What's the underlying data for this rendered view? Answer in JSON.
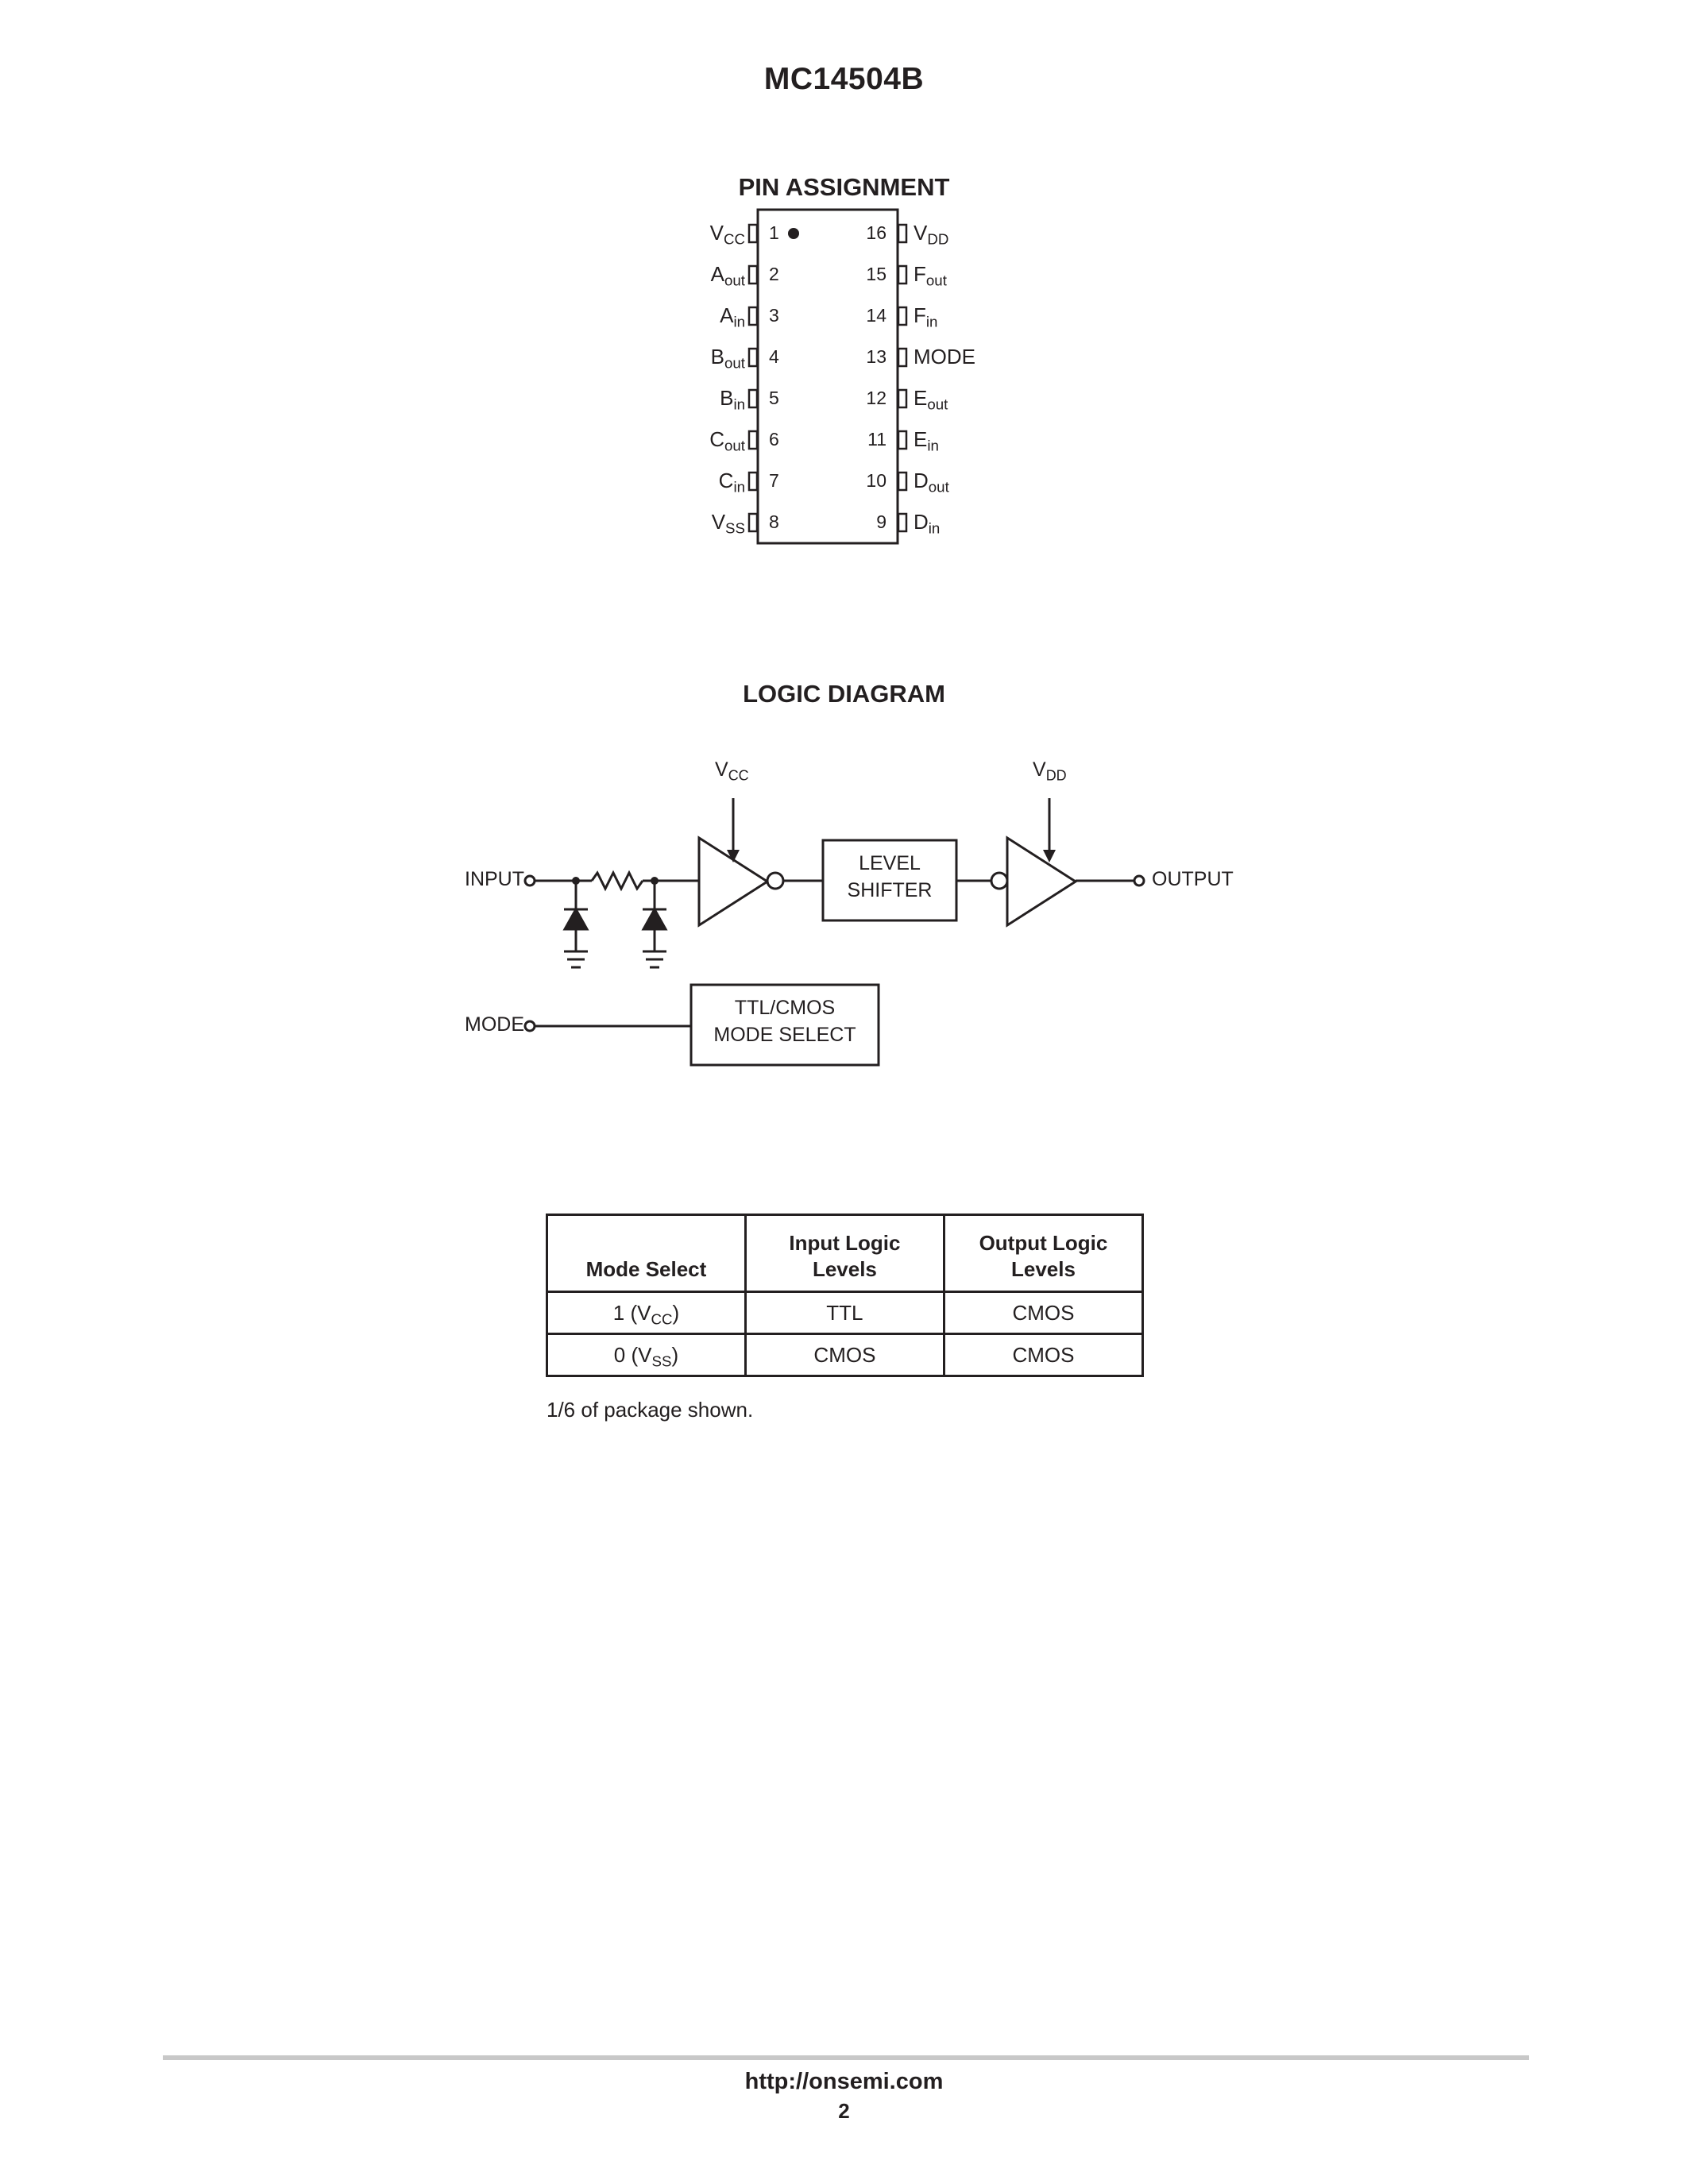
{
  "header": {
    "part_number": "MC14504B"
  },
  "pin_assignment": {
    "title": "PIN ASSIGNMENT",
    "left_pins": [
      {
        "num": "1",
        "name": "V",
        "sub": "CC"
      },
      {
        "num": "2",
        "name": "A",
        "sub": "out"
      },
      {
        "num": "3",
        "name": "A",
        "sub": "in"
      },
      {
        "num": "4",
        "name": "B",
        "sub": "out"
      },
      {
        "num": "5",
        "name": "B",
        "sub": "in"
      },
      {
        "num": "6",
        "name": "C",
        "sub": "out"
      },
      {
        "num": "7",
        "name": "C",
        "sub": "in"
      },
      {
        "num": "8",
        "name": "V",
        "sub": "SS"
      }
    ],
    "right_pins": [
      {
        "num": "16",
        "name": "V",
        "sub": "DD"
      },
      {
        "num": "15",
        "name": "F",
        "sub": "out"
      },
      {
        "num": "14",
        "name": "F",
        "sub": "in"
      },
      {
        "num": "13",
        "name": "MODE",
        "sub": ""
      },
      {
        "num": "12",
        "name": "E",
        "sub": "out"
      },
      {
        "num": "11",
        "name": "E",
        "sub": "in"
      },
      {
        "num": "10",
        "name": "D",
        "sub": "out"
      },
      {
        "num": "9",
        "name": "D",
        "sub": "in"
      }
    ]
  },
  "logic_diagram": {
    "title": "LOGIC DIAGRAM",
    "vcc": {
      "name": "V",
      "sub": "CC"
    },
    "vdd": {
      "name": "V",
      "sub": "DD"
    },
    "input_label": "INPUT",
    "output_label": "OUTPUT",
    "mode_label": "MODE",
    "level_shifter_line1": "LEVEL",
    "level_shifter_line2": "SHIFTER",
    "mode_select_line1": "TTL/CMOS",
    "mode_select_line2": "MODE SELECT"
  },
  "mode_table": {
    "headers": [
      "Mode Select",
      "Input Logic Levels",
      "Output Logic Levels"
    ],
    "header_lines": {
      "col2_line1": "Input Logic",
      "col2_line2": "Levels",
      "col3_line1": "Output Logic",
      "col3_line2": "Levels"
    },
    "rows": [
      {
        "mode_prefix": "1 (V",
        "mode_sub": "CC",
        "mode_suffix": ")",
        "input": "TTL",
        "output": "CMOS"
      },
      {
        "mode_prefix": "0 (V",
        "mode_sub": "SS",
        "mode_suffix": ")",
        "input": "CMOS",
        "output": "CMOS"
      }
    ],
    "note": "1/6 of package shown."
  },
  "footer": {
    "url": "http://onsemi.com",
    "page": "2"
  }
}
